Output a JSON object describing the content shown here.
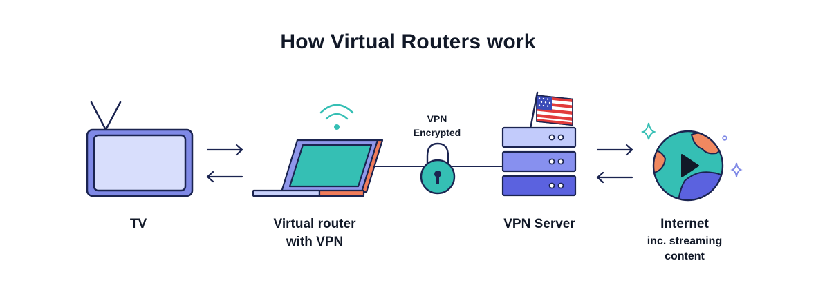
{
  "title": "How Virtual Routers work",
  "nodes": {
    "tv": {
      "label": "TV"
    },
    "router": {
      "label_line1": "Virtual router",
      "label_line2": "with VPN"
    },
    "server": {
      "label": "VPN Server"
    },
    "internet": {
      "label": "Internet",
      "sub_line1": "inc. streaming",
      "sub_line2": "content"
    }
  },
  "connection": {
    "label_line1": "VPN",
    "label_line2": "Encrypted"
  },
  "colors": {
    "outline": "#1b2450",
    "tv_body": "#7f89e6",
    "tv_screen": "#d8defc",
    "laptop_screen": "#35bfb4",
    "laptop_frame": "#8f97ea",
    "laptop_back": "#f07c5a",
    "laptop_base": "#c8d1fb",
    "wifi": "#35bfb4",
    "lock": "#35bfb4",
    "server_1": "#c2cbfb",
    "server_2": "#8790ef",
    "server_3": "#5b62df",
    "globe_sea": "#35bfb4",
    "globe_land_orange": "#f08860",
    "globe_land_blue": "#5b62df",
    "sparkle_teal": "#35bfb4",
    "sparkle_purple": "#7f89e6",
    "flag_red": "#e23b3b",
    "flag_blue": "#3b4bb8"
  },
  "icons": [
    "tv-icon",
    "laptop-icon",
    "wifi-icon",
    "lock-icon",
    "server-rack-icon",
    "us-flag-icon",
    "globe-icon",
    "play-icon",
    "sparkle-icon",
    "arrow-right-icon",
    "arrow-left-icon"
  ]
}
